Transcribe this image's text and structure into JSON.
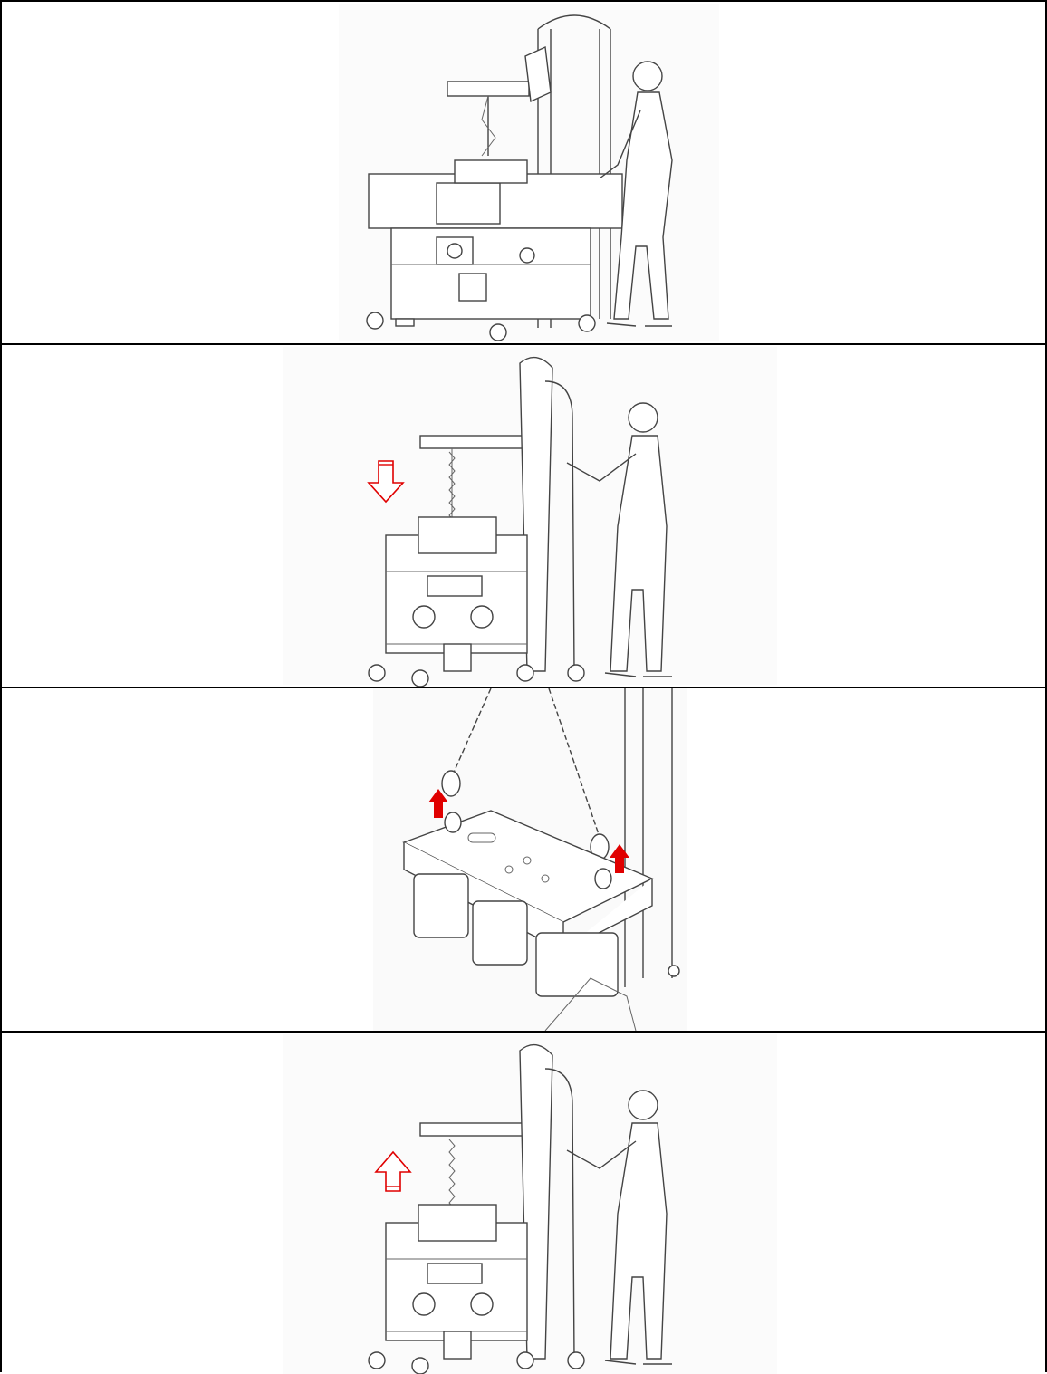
{
  "document": {
    "steps": [
      {
        "illustration": "lift-cart-with-operator-overview"
      },
      {
        "illustration": "lower-chain-to-load",
        "arrow": "down-outline"
      },
      {
        "illustration": "attach-chain-hooks-to-lifting-eyes",
        "arrow": "up-solid-pair"
      },
      {
        "illustration": "raise-load-with-hoist",
        "arrow": "up-outline"
      }
    ]
  },
  "colors": {
    "border": "#000000",
    "arrow_red": "#e00000",
    "line_art": "#444444"
  }
}
